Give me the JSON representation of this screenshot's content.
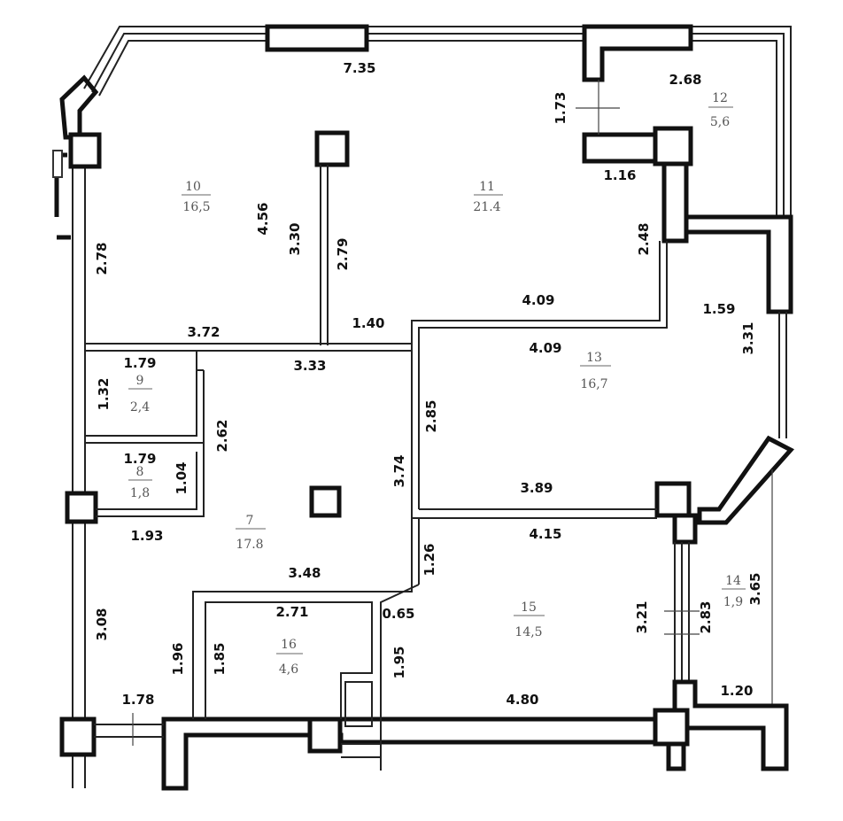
{
  "rooms": [
    {
      "id": "room-10",
      "number": "10",
      "area": "16,5"
    },
    {
      "id": "room-11",
      "number": "11",
      "area": "21.4"
    },
    {
      "id": "room-12",
      "number": "12",
      "area": "5,6"
    },
    {
      "id": "room-13",
      "number": "13",
      "area": "16,7"
    },
    {
      "id": "room-9",
      "number": "9",
      "area": "2,4"
    },
    {
      "id": "room-8",
      "number": "8",
      "area": "1,8"
    },
    {
      "id": "room-7",
      "number": "7",
      "area": "17.8"
    },
    {
      "id": "room-16",
      "number": "16",
      "area": "4,6"
    },
    {
      "id": "room-15",
      "number": "15",
      "area": "14,5"
    },
    {
      "id": "room-14",
      "number": "14",
      "area": "1,9"
    }
  ],
  "dimensions": [
    "7.35",
    "2.68",
    "1.73",
    "1.16",
    "4.56",
    "3.30",
    "2.79",
    "2.78",
    "2.48",
    "4.09",
    "1.59",
    "3.31",
    "3.72",
    "1.40",
    "3.33",
    "4.09",
    "1.79",
    "1.32",
    "2.62",
    "2.85",
    "1.79",
    "1.04",
    "3.74",
    "3.89",
    "1.93",
    "4.15",
    "3.48",
    "1.26",
    "3.65",
    "2.71",
    "0.65",
    "3.21",
    "2.83",
    "3.08",
    "1.96",
    "1.85",
    "1.95",
    "1.78",
    "4.80",
    "1.20"
  ]
}
